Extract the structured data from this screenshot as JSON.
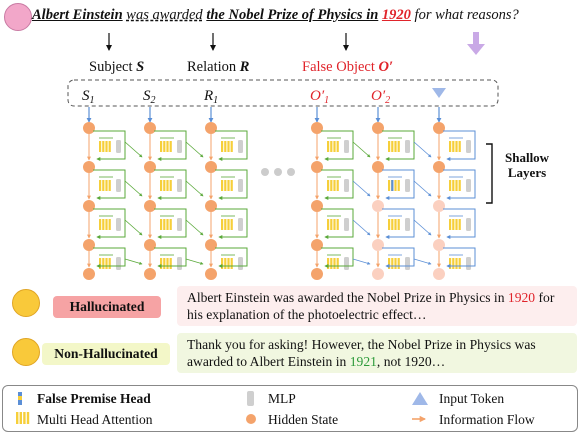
{
  "question": {
    "subject": "Albert Einstein",
    "relation": "was awarded",
    "object": "the Nobel Prize of Physics in",
    "false_year": "1920",
    "tail": "for what reasons?"
  },
  "labels": {
    "subject_text": "Subject",
    "subject_sym": "S",
    "relation_text": "Relation",
    "relation_sym": "R",
    "false_text": "False Object",
    "false_sym": "O′"
  },
  "tokens": [
    "S1",
    "S2",
    "R1",
    "O′1",
    "O′2",
    ""
  ],
  "shallow": [
    "Shallow",
    "Layers"
  ],
  "hallucinated": {
    "tag": "Hallucinated",
    "text_a": "Albert Einstein was awarded the Nobel Prize in Physics in",
    "text_year": "1920",
    "text_b": "for his explanation of the photoelectric effect…"
  },
  "non_hallucinated": {
    "tag": "Non-Hallucinated",
    "text_a": "Thank you for asking! However, the Nobel Prize in Physics was awarded to Albert Einstein in",
    "text_year": "1921",
    "text_b": ", not 1920…"
  },
  "legend": {
    "false_premise_head": "False Premise Head",
    "mlp": "MLP",
    "input_token": "Input Token",
    "multi_head_attention": "Multi Head Attention",
    "hidden_state": "Hidden State",
    "information_flow": "Information Flow"
  },
  "colors": {
    "orange": "#f4a36b",
    "pale_orange": "#fbd0c0",
    "green_flow": "#5aa93a",
    "blue_flow": "#5b8fd6",
    "attention_yellow": "#f6cf3a",
    "mlp_gray": "#cfcfcf",
    "red": "#e0242b",
    "lavender_arrow": "#c9a9e6",
    "token_triangle": "#9fb8e8"
  }
}
